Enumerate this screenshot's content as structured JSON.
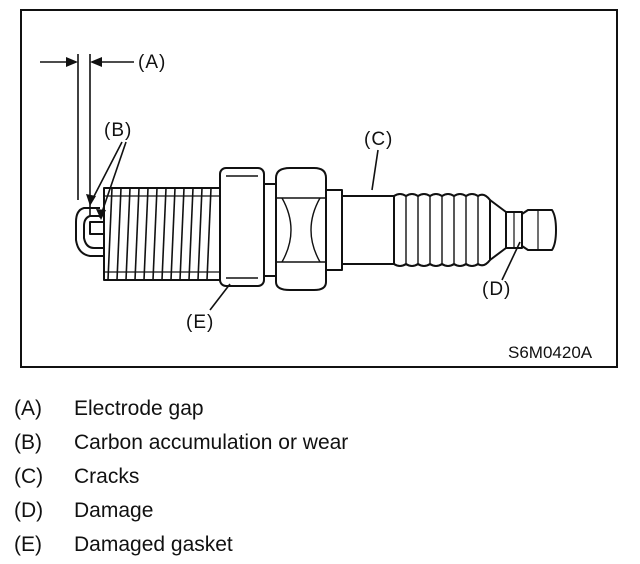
{
  "figure": {
    "code": "S6M0420A",
    "callouts": {
      "A": "(A)",
      "B": "(B)",
      "C": "(C)",
      "D": "(D)",
      "E": "(E)"
    }
  },
  "legend": [
    {
      "key": "(A)",
      "text": "Electrode gap"
    },
    {
      "key": "(B)",
      "text": "Carbon accumulation or wear"
    },
    {
      "key": "(C)",
      "text": "Cracks"
    },
    {
      "key": "(D)",
      "text": "Damage"
    },
    {
      "key": "(E)",
      "text": "Damaged gasket"
    }
  ]
}
